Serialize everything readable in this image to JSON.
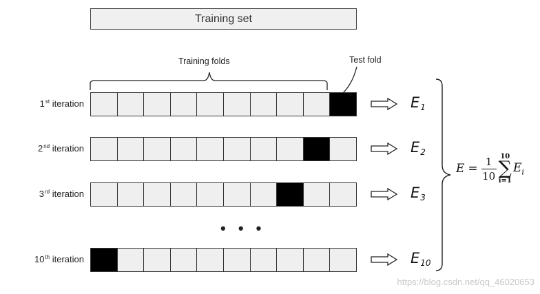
{
  "training_set_label": "Training set",
  "training_folds_label": "Training folds",
  "test_fold_label": "Test fold",
  "folds_per_row": 10,
  "iterations": [
    {
      "num": "1",
      "suffix": "st",
      "word": "iteration",
      "test_fold_index": 9,
      "error_symbol": "E",
      "error_index": "1"
    },
    {
      "num": "2",
      "suffix": "nd",
      "word": "iteration",
      "test_fold_index": 8,
      "error_symbol": "E",
      "error_index": "2"
    },
    {
      "num": "3",
      "suffix": "rd",
      "word": "iteration",
      "test_fold_index": 7,
      "error_symbol": "E",
      "error_index": "3"
    },
    {
      "num": "10",
      "suffix": "th",
      "word": "iteration",
      "test_fold_index": 0,
      "error_symbol": "E",
      "error_index": "10"
    }
  ],
  "ellipsis": "• • •",
  "formula": {
    "lhs": "E",
    "equals": "=",
    "numerator": "1",
    "denominator": "10",
    "sum_upper": "10",
    "sum_lower": "i=1",
    "summand": "E",
    "summand_index": "i"
  },
  "colors": {
    "test_fold": "#000000",
    "training_fold": "#efefef"
  },
  "watermark": "https://blog.csdn.net/qq_46020653"
}
